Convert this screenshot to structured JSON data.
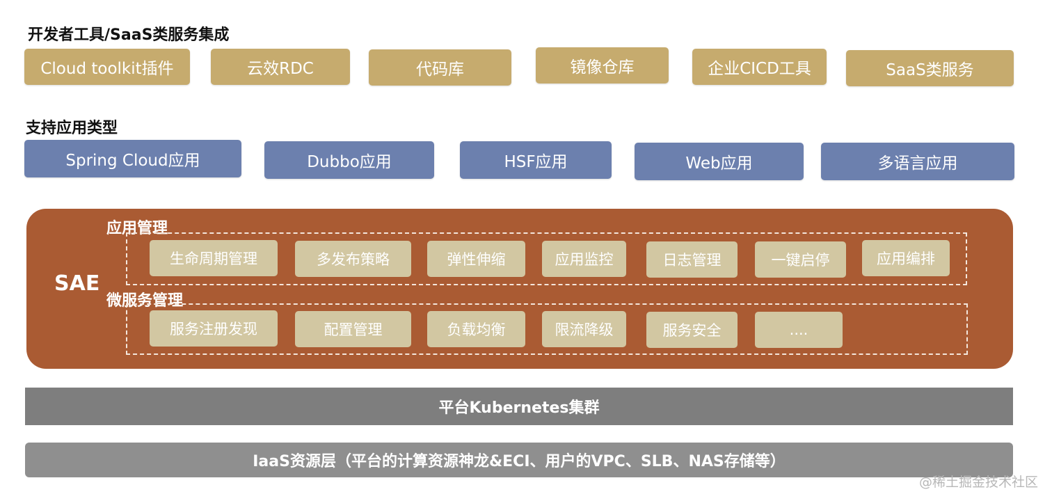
{
  "devtools": {
    "heading": "开发者工具/SaaS类服务集成",
    "items": [
      "Cloud toolkit插件",
      "云效RDC",
      "代码库",
      "镜像仓库",
      "企业CICD工具",
      "SaaS类服务"
    ]
  },
  "apptypes": {
    "heading": "支持应用类型",
    "items": [
      "Spring Cloud应用",
      "Dubbo应用",
      "HSF应用",
      "Web应用",
      "多语言应用"
    ]
  },
  "sae": {
    "label": "SAE",
    "app_mgmt": {
      "heading": "应用管理",
      "items": [
        "生命周期管理",
        "多发布策略",
        "弹性伸缩",
        "应用监控",
        "日志管理",
        "一键启停",
        "应用编排"
      ]
    },
    "microservice_mgmt": {
      "heading": "微服务管理",
      "items": [
        "服务注册发现",
        "配置管理",
        "负载均衡",
        "限流降级",
        "服务安全",
        "...."
      ]
    }
  },
  "k8s_layer": "平台Kubernetes集群",
  "iaas_layer": "IaaS资源层（平台的计算资源神龙&ECI、用户的VPC、SLB、NAS存储等）",
  "watermark": "@稀土掘金技术社区",
  "colors": {
    "devtools_box": "#c6ab6e",
    "apptype_box": "#6c80ae",
    "sae_panel": "#aa5b33",
    "feature_box": "#d2c7a2",
    "k8s_layer": "#7e7e7e",
    "iaas_layer": "#8f8f8f"
  }
}
